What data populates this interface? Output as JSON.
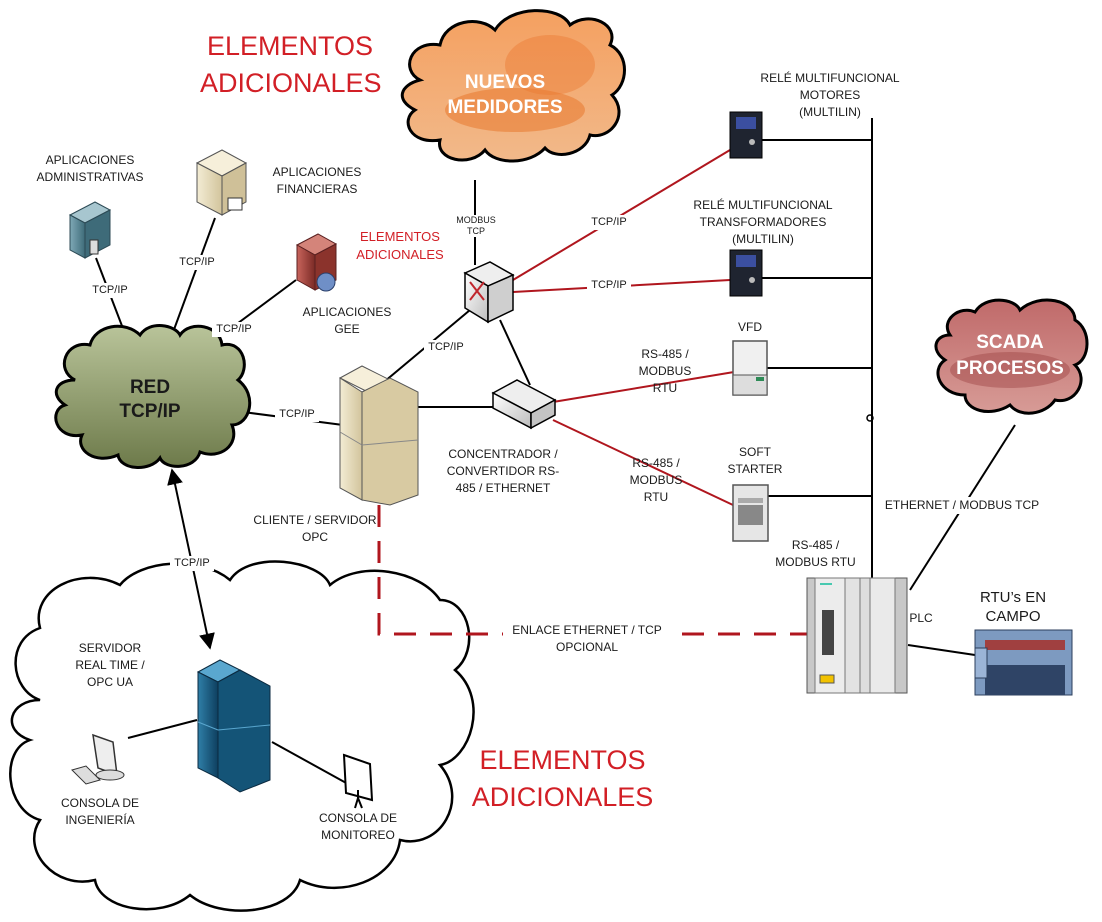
{
  "colors": {
    "red_link": "#b0161e",
    "red_title": "#d21f26",
    "cloud_green": "#7f8c5c",
    "cloud_orange": "#ef8a3c",
    "cloud_scada": "#b35a5a",
    "black": "#000000"
  },
  "headers": {
    "top": [
      "ELEMENTOS",
      "ADICIONALES"
    ],
    "middle": [
      "ELEMENTOS",
      "ADICIONALES"
    ],
    "bottom": [
      "ELEMENTOS",
      "ADICIONALES"
    ]
  },
  "clouds": {
    "red_tcp_ip": [
      "RED",
      "TCP/IP"
    ],
    "nuevos_medidores": [
      "NUEVOS",
      "MEDIDORES"
    ],
    "scada_procesos": [
      "SCADA",
      "PROCESOS"
    ]
  },
  "nodes": {
    "app_admin": [
      "APLICACIONES",
      "ADMINISTRATIVAS"
    ],
    "app_fin": [
      "APLICACIONES",
      "FINANCIERAS"
    ],
    "app_gee": [
      "APLICACIONES",
      "GEE"
    ],
    "opc": [
      "CLIENTE / SERVIDOR",
      "OPC"
    ],
    "concentrador": [
      "CONCENTRADOR /",
      "CONVERTIDOR RS-",
      "485 / ETHERNET"
    ],
    "rele_motores": [
      "RELÉ MULTIFUNCIONAL",
      "MOTORES",
      "(MULTILIN)"
    ],
    "rele_trafo": [
      "RELÉ MULTIFUNCIONAL",
      "TRANSFORMADORES",
      "(MULTILIN)"
    ],
    "vfd": "VFD",
    "soft_starter": [
      "SOFT",
      "STARTER"
    ],
    "plc": "PLC",
    "rtus": [
      "RTU’s EN",
      "CAMPO"
    ],
    "servidor_rt": [
      "SERVIDOR",
      "REAL TIME /",
      "OPC UA"
    ],
    "consola_ing": [
      "CONSOLA DE",
      "INGENIERÍA"
    ],
    "consola_mon": [
      "CONSOLA DE",
      "MONITOREO"
    ]
  },
  "links": {
    "tcpip": "TCP/IP",
    "modbus_tcp": [
      "MODBUS",
      "TCP"
    ],
    "rs485_modbus_rtu": [
      "RS-485 /",
      "MODBUS",
      "RTU"
    ],
    "rs485_plc": [
      "RS-485 /",
      "MODBUS RTU"
    ],
    "ethernet_modbus_tcp": "ETHERNET / MODBUS TCP",
    "enlace_opcional": [
      "ENLACE ETHERNET / TCP",
      "OPCIONAL"
    ]
  }
}
